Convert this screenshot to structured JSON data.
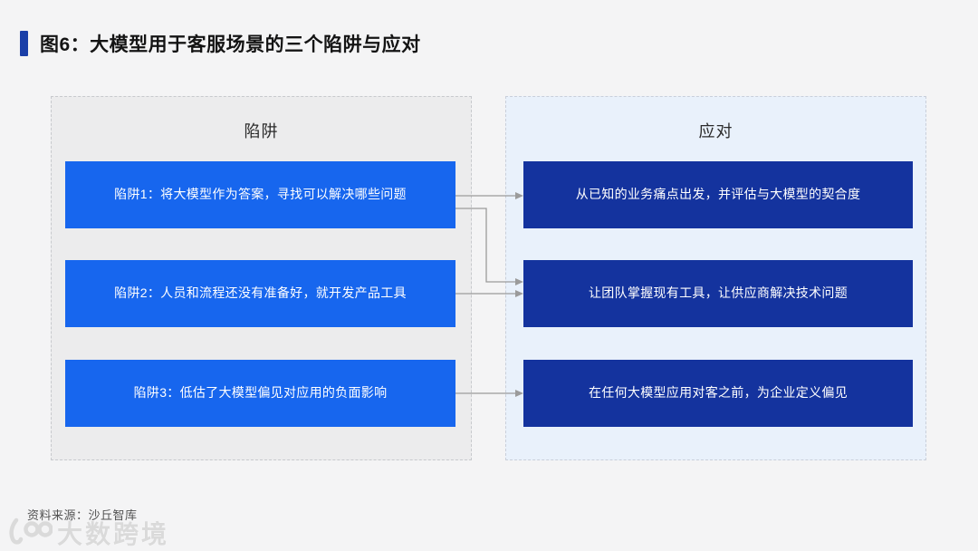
{
  "title": "图6：大模型用于客服场景的三个陷阱与应对",
  "panels": {
    "pitfalls": {
      "header": "陷阱",
      "items": [
        "陷阱1：将大模型作为答案，寻找可以解决哪些问题",
        "陷阱2：人员和流程还没有准备好，就开发产品工具",
        "陷阱3：低估了大模型偏见对应用的负面影响"
      ]
    },
    "responses": {
      "header": "应对",
      "items": [
        "从已知的业务痛点出发，并评估与大模型的契合度",
        "让团队掌握现有工具，让供应商解决技术问题",
        "在任何大模型应用对客之前，为企业定义偏见"
      ]
    }
  },
  "connections": [
    {
      "from": 0,
      "to": 0,
      "style": "straight"
    },
    {
      "from": 0,
      "to": 1,
      "style": "elbow"
    },
    {
      "from": 1,
      "to": 1,
      "style": "straight"
    },
    {
      "from": 2,
      "to": 2,
      "style": "straight"
    }
  ],
  "footer": {
    "source": "资料来源：沙丘智库",
    "watermark": "大数跨境"
  },
  "colors": {
    "accent_bar": "#1a3fa8",
    "pitfall_box": "#1766ee",
    "response_box": "#14339e",
    "connector": "#9b9b9b",
    "pitfalls_panel_bg": "#ececed",
    "responses_panel_bg": "#e9f1fb",
    "page_bg": "#f4f4f5",
    "watermark": "#d9d9d9"
  }
}
